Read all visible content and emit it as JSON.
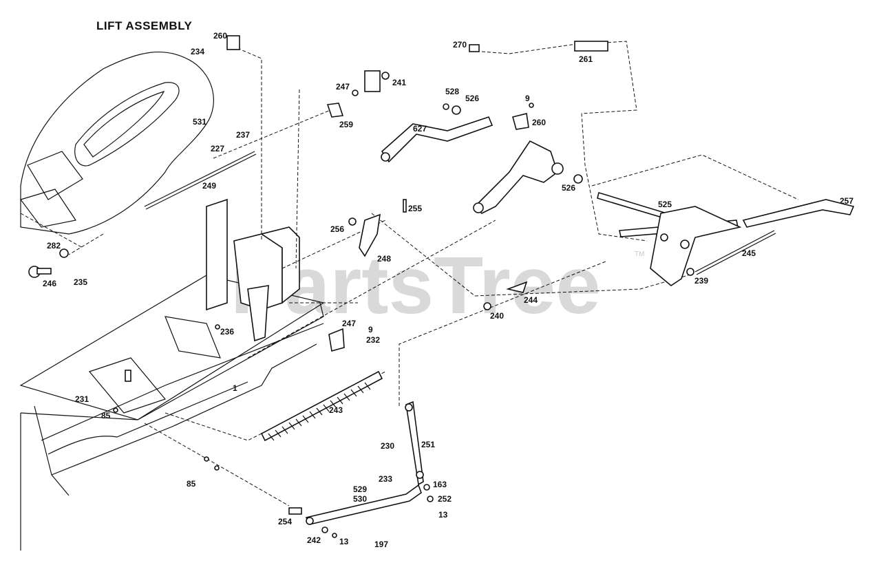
{
  "title": "LIFT ASSEMBLY",
  "watermark": "PartsTree",
  "watermark_tm": "TM",
  "callouts": {
    "c260a": "260",
    "c234": "234",
    "c531": "531",
    "c237": "237",
    "c227": "227",
    "c249": "249",
    "c282": "282",
    "c246": "246",
    "c235": "235",
    "c241": "241",
    "c247a": "247",
    "c259": "259",
    "c270": "270",
    "c261": "261",
    "c528": "528",
    "c526a": "526",
    "c627": "627",
    "c9a": "9",
    "c260b": "260",
    "c526b": "526",
    "c256": "256",
    "c255": "255",
    "c248": "248",
    "c525": "525",
    "c257": "257",
    "c245": "245",
    "c239": "239",
    "c244": "244",
    "c240": "240",
    "c236": "236",
    "c247b": "247",
    "c9b": "9",
    "c232": "232",
    "c1": "1",
    "c231": "231",
    "c85a": "85",
    "c243": "243",
    "c230": "230",
    "c251": "251",
    "c233": "233",
    "c529": "529",
    "c530": "530",
    "c163": "163",
    "c252": "252",
    "c13a": "13",
    "c85b": "85",
    "c254": "254",
    "c242": "242",
    "c13b": "13",
    "c197": "197"
  }
}
